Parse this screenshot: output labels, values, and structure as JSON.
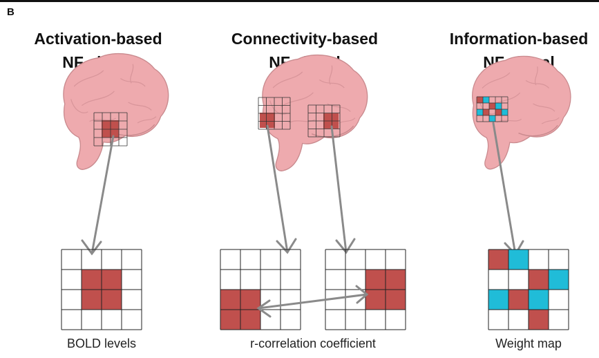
{
  "panel_label": "B",
  "columns": [
    {
      "title_line1": "Activation-based",
      "title_line2": "NF signal",
      "caption": "BOLD levels"
    },
    {
      "title_line1": "Connectivity-based",
      "title_line2": "NF signal",
      "caption": "r-correlation coefficient"
    },
    {
      "title_line1": "Information-based",
      "title_line2": "NF signal",
      "caption": "Weight map"
    }
  ],
  "colors": {
    "brain_fill": "#eeaaae",
    "brain_outline": "#c98a8e",
    "voxel_red": "#c0504d",
    "voxel_blue": "#20bcd8",
    "arrow": "#8a8a8a"
  }
}
